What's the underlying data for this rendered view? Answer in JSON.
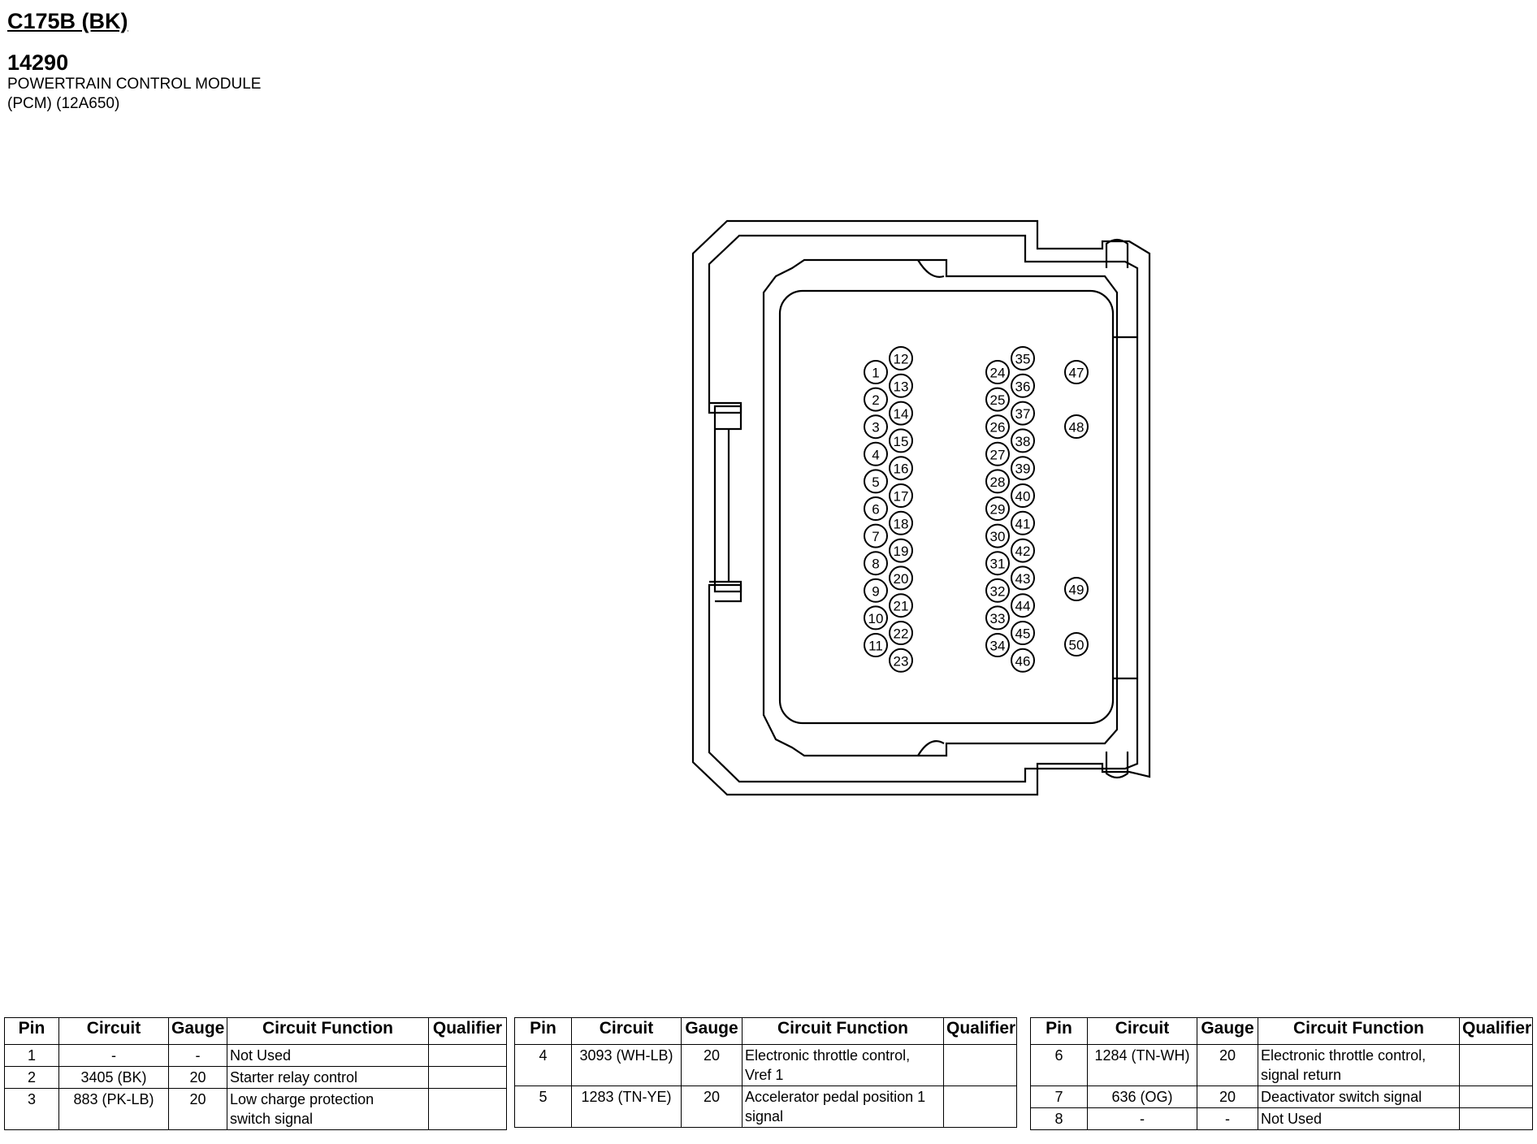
{
  "header": {
    "connector_code": "C175B (BK)",
    "part_number": "14290",
    "module_line1": "POWERTRAIN CONTROL MODULE",
    "module_line2": "(PCM) (12A650)"
  },
  "connector": {
    "pin_numbers": [
      "1",
      "2",
      "3",
      "4",
      "5",
      "6",
      "7",
      "8",
      "9",
      "10",
      "11",
      "12",
      "13",
      "14",
      "15",
      "16",
      "17",
      "18",
      "19",
      "20",
      "21",
      "22",
      "23",
      "24",
      "25",
      "26",
      "27",
      "28",
      "29",
      "30",
      "31",
      "32",
      "33",
      "34",
      "35",
      "36",
      "37",
      "38",
      "39",
      "40",
      "41",
      "42",
      "43",
      "44",
      "45",
      "46",
      "47",
      "48",
      "49",
      "50"
    ]
  },
  "tables": [
    {
      "headers": [
        "Pin",
        "Circuit",
        "Gauge",
        "Circuit Function",
        "Qualifier"
      ],
      "rows": [
        {
          "pin": "1",
          "circuit": "-",
          "gauge": "-",
          "function_lines": [
            "Not Used"
          ],
          "qualifier": ""
        },
        {
          "pin": "2",
          "circuit": "3405 (BK)",
          "gauge": "20",
          "function_lines": [
            "Starter relay control"
          ],
          "qualifier": ""
        },
        {
          "pin": "3",
          "circuit": "883 (PK-LB)",
          "gauge": "20",
          "function_lines": [
            "Low charge protection",
            "switch signal"
          ],
          "qualifier": ""
        }
      ]
    },
    {
      "headers": [
        "Pin",
        "Circuit",
        "Gauge",
        "Circuit Function",
        "Qualifier"
      ],
      "rows": [
        {
          "pin": "4",
          "circuit": "3093 (WH-LB)",
          "gauge": "20",
          "function_lines": [
            "Electronic throttle control,",
            "Vref 1"
          ],
          "qualifier": ""
        },
        {
          "pin": "5",
          "circuit": "1283 (TN-YE)",
          "gauge": "20",
          "function_lines": [
            "Accelerator pedal position 1",
            "signal"
          ],
          "qualifier": ""
        }
      ]
    },
    {
      "headers": [
        "Pin",
        "Circuit",
        "Gauge",
        "Circuit Function",
        "Qualifier"
      ],
      "rows": [
        {
          "pin": "6",
          "circuit": "1284 (TN-WH)",
          "gauge": "20",
          "function_lines": [
            "Electronic throttle control,",
            "signal return"
          ],
          "qualifier": ""
        },
        {
          "pin": "7",
          "circuit": "636 (OG)",
          "gauge": "20",
          "function_lines": [
            "Deactivator switch signal"
          ],
          "qualifier": ""
        },
        {
          "pin": "8",
          "circuit": "-",
          "gauge": "-",
          "function_lines": [
            "Not Used"
          ],
          "qualifier": ""
        }
      ]
    }
  ]
}
